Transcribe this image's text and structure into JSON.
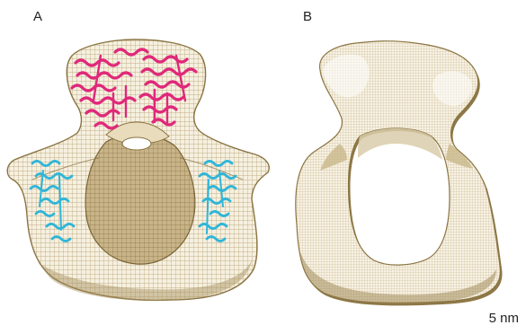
{
  "panels": {
    "a": {
      "label": "A"
    },
    "b": {
      "label": "B"
    }
  },
  "scale_bar": {
    "label": "5 nm"
  },
  "colors": {
    "mesh": "#b09a6a",
    "mesh_dark": "#8a7442",
    "fill_light": "#f3ecd9",
    "fill_interior": "#c9b68a",
    "helix_magenta": "#e0287a",
    "helix_cyan": "#2fb6d8"
  }
}
